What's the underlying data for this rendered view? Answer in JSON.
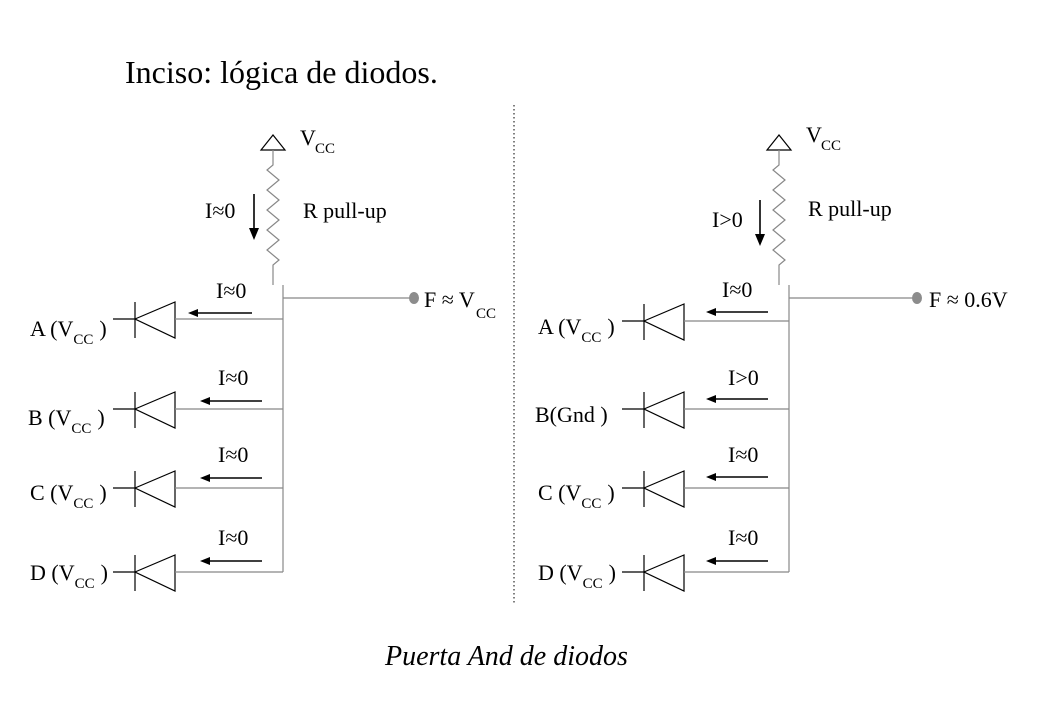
{
  "title": "Inciso: lógica de diodos.",
  "caption": "Puerta And de diodos",
  "colors": {
    "line": "#000000",
    "wire": "#888888",
    "terminal": "#8c8c8c"
  },
  "left": {
    "vcc_main": "V",
    "vcc_sub": "CC",
    "resistor_label": "R pull-up",
    "resistor_current": "I≈0",
    "node_current": "I≈0",
    "output_main": "F  ≈ V",
    "output_sub": "CC",
    "inputs": [
      {
        "main": "A (V",
        "sub": "CC",
        "close": ")",
        "current": "I≈0"
      },
      {
        "main": "B (V",
        "sub": "CC",
        "close": ")",
        "current": "I≈0"
      },
      {
        "main": "C (V",
        "sub": "CC",
        "close": ")",
        "current": "I≈0"
      },
      {
        "main": "D (V",
        "sub": "CC",
        "close": ")",
        "current": "I≈0"
      }
    ]
  },
  "right": {
    "vcc_main": "V",
    "vcc_sub": "CC",
    "resistor_label": "R pull-up",
    "resistor_current": "I>0",
    "node_current": "I≈0",
    "output_main": "F  ≈ 0.6V",
    "inputs": [
      {
        "main": "A (V",
        "sub": "CC",
        "close": ")",
        "current": "I≈0"
      },
      {
        "main": "B(Gnd )",
        "current": "I>0"
      },
      {
        "main": "C (V",
        "sub": "CC",
        "close": ")",
        "current": "I≈0"
      },
      {
        "main": "D (V",
        "sub": "CC",
        "close": ")",
        "current": "I≈0"
      }
    ]
  }
}
